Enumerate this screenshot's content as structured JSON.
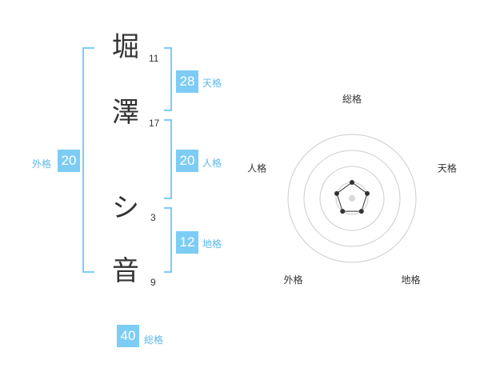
{
  "name": {
    "characters": [
      {
        "char": "堀",
        "strokes": "11"
      },
      {
        "char": "澤",
        "strokes": "17"
      },
      {
        "char": "シ",
        "strokes": "3"
      },
      {
        "char": "音",
        "strokes": "9"
      }
    ]
  },
  "kakusu": {
    "tenkaku": {
      "value": "28",
      "label": "天格"
    },
    "jinkaku": {
      "value": "20",
      "label": "人格"
    },
    "chikaku": {
      "value": "12",
      "label": "地格"
    },
    "gaikaku": {
      "value": "20",
      "label": "外格"
    },
    "soukaku": {
      "value": "40",
      "label": "総格"
    }
  },
  "colors": {
    "accent": "#7dccf5",
    "accent_text": "#5bb8ea",
    "ring": "#cccccc",
    "text": "#333333"
  },
  "chart_data": {
    "type": "radar",
    "axes": [
      "総格",
      "天格",
      "地格",
      "外格",
      "人格"
    ],
    "rings": 4,
    "values": [
      1,
      1,
      1,
      1,
      1
    ],
    "max": 4
  }
}
